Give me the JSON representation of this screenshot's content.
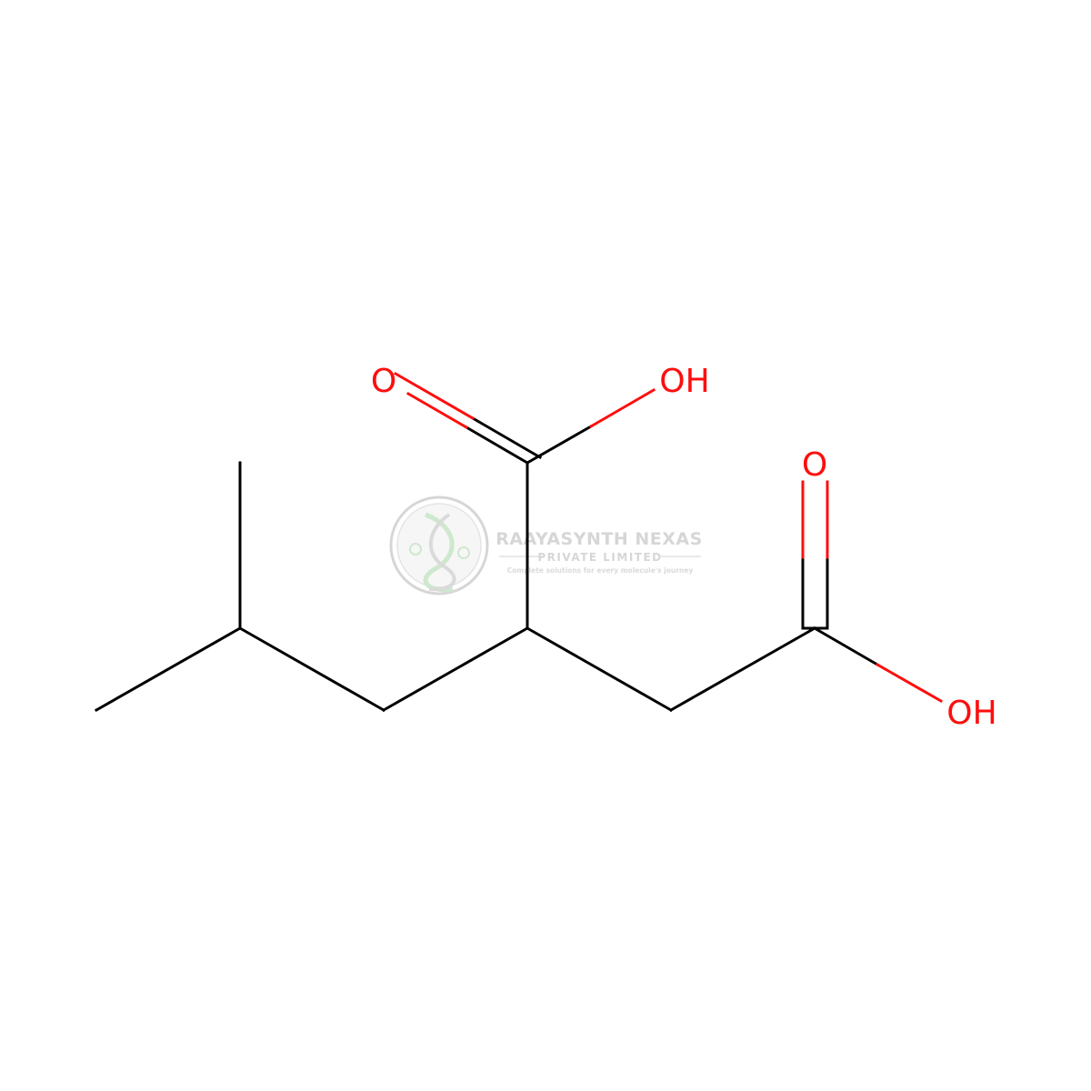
{
  "colors": {
    "bond": "#000000",
    "oxygen": "#ff0d0d",
    "watermark": "#d2d2d2",
    "watermark_accent": "#c9e6c9"
  },
  "atoms": {
    "o1": "O",
    "oh1": "OH",
    "o2": "O",
    "oh2": "OH"
  },
  "watermark": {
    "title": "RAAYASYNTH NEXAS",
    "subtitle": "PRIVATE LIMITED",
    "tagline": "Complete solutions for every molecule's journey"
  }
}
